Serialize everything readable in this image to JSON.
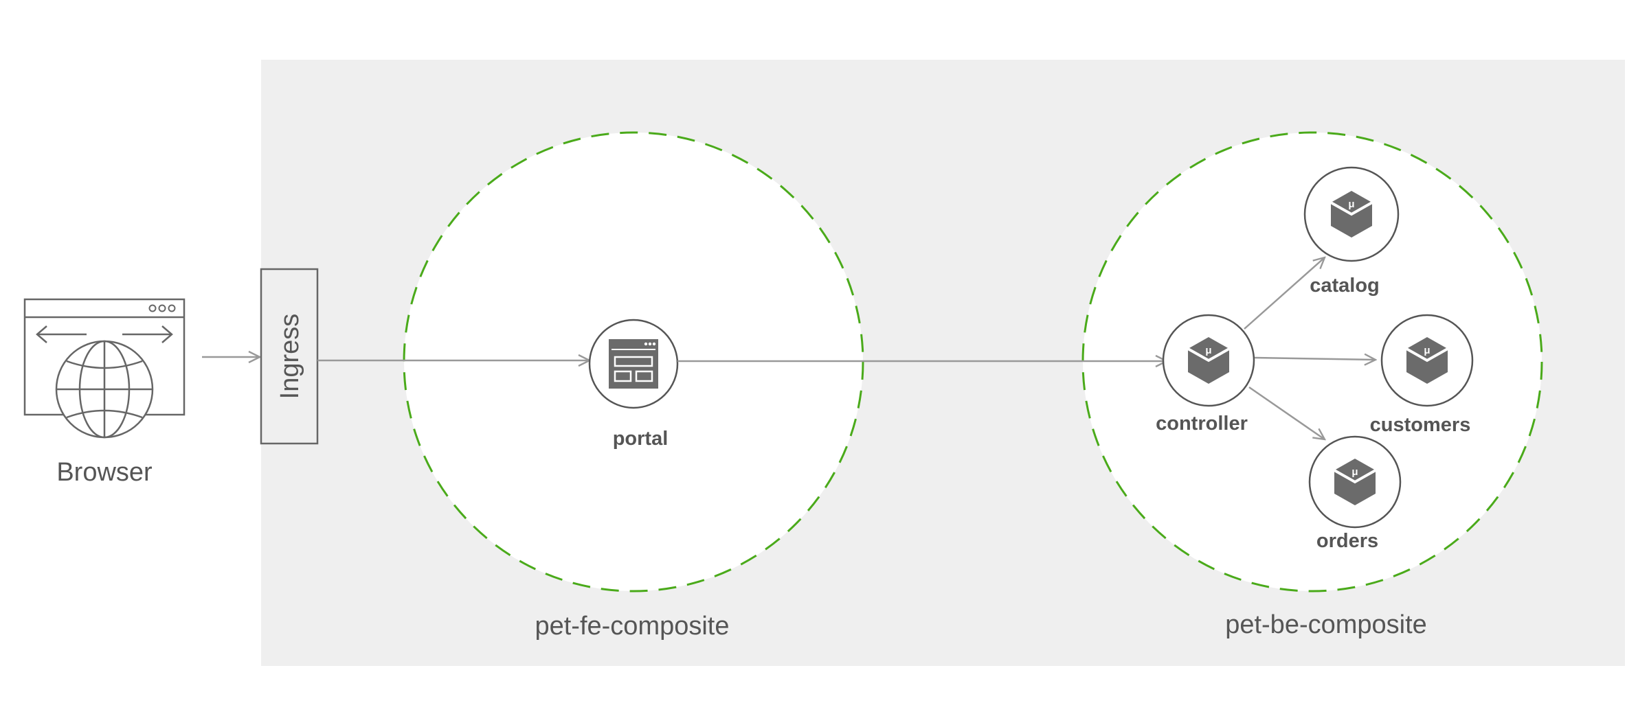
{
  "browser": {
    "label": "Browser",
    "icon": "browser-globe-icon"
  },
  "ingress": {
    "label": "Ingress"
  },
  "composites": [
    {
      "label": "pet-fe-composite",
      "border_color": "#4aaa1a"
    },
    {
      "label": "pet-be-composite",
      "border_color": "#4aaa1a"
    }
  ],
  "services": {
    "portal": {
      "label": "portal",
      "icon": "web-page-icon"
    },
    "controller": {
      "label": "controller",
      "icon": "microservice-cube-icon",
      "badge": "μ"
    },
    "catalog": {
      "label": "catalog",
      "icon": "microservice-cube-icon",
      "badge": "μ"
    },
    "customers": {
      "label": "customers",
      "icon": "microservice-cube-icon",
      "badge": "μ"
    },
    "orders": {
      "label": "orders",
      "icon": "microservice-cube-icon",
      "badge": "μ"
    }
  },
  "colors": {
    "region_bg": "#efefef",
    "line": "#999999",
    "icon": "#6b6b6b",
    "text": "#555555",
    "dash": "#4aaa1a"
  }
}
